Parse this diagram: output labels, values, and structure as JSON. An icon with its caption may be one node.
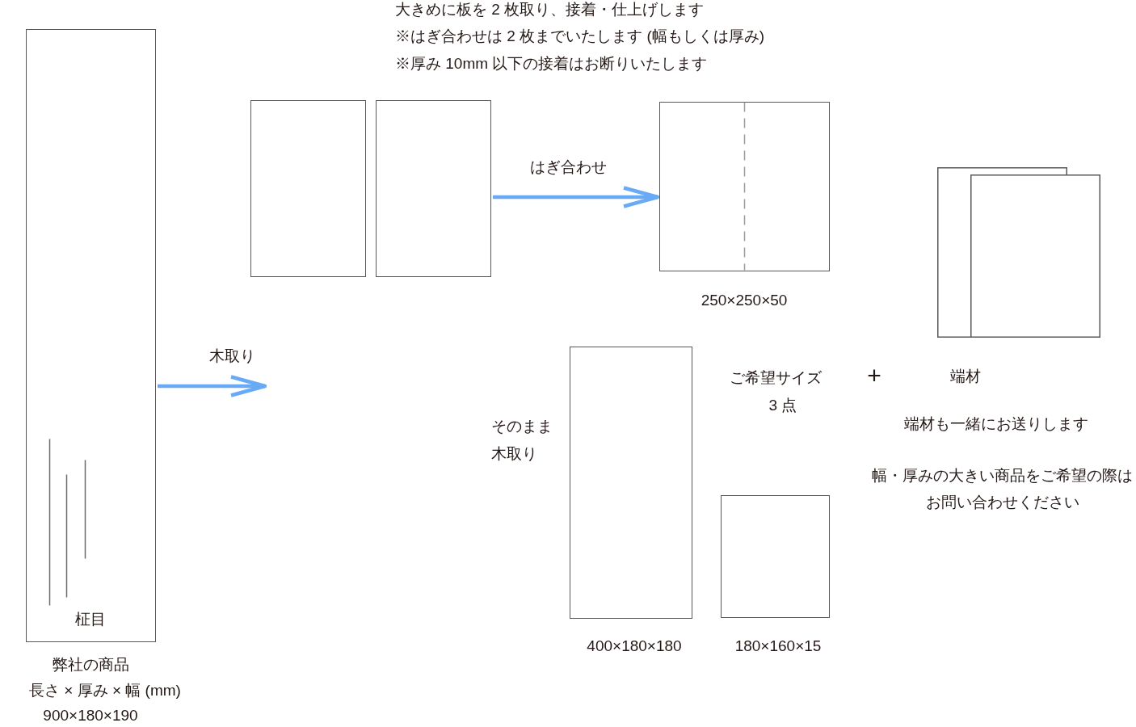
{
  "diagram": {
    "nodes": [
      {
        "text": [
          "柾目"
        ],
        "beside": [
          "弊社の商品",
          "長さ × 厚み × 幅 (mm)",
          "900×180×190"
        ]
      },
      {
        "text": [],
        "shape": "box"
      },
      {
        "text": [],
        "shape": "box"
      },
      {
        "text": [],
        "shape": "box",
        "beside": [
          "250×250×50"
        ]
      },
      {
        "text": [],
        "shape": "box",
        "beside": [
          "400×180×180"
        ]
      },
      {
        "text": [],
        "shape": "box",
        "beside": [
          "180×160×15"
        ]
      },
      {
        "text": [],
        "shape": "box",
        "beside": [
          "端材"
        ]
      }
    ],
    "edges": [
      {
        "from": 0,
        "to": null,
        "arrow": "to",
        "label": "木取り"
      },
      {
        "from": 2,
        "to": 3,
        "arrow": "to",
        "label": "はぎ合わせ"
      }
    ],
    "labels": [
      "大きめに板を 2 枚取り、接着・仕上げします",
      "※はぎ合わせは 2 枚までいたします (幅もしくは厚み)",
      "※厚み 10mm 以下の接着はお断りいたします",
      "そのまま木取り",
      "ご希望サイズ",
      "3 点",
      "+",
      "端材も一緒にお送りします",
      "幅・厚みの大きい商品をご希望の際はお問い合わせください"
    ]
  }
}
